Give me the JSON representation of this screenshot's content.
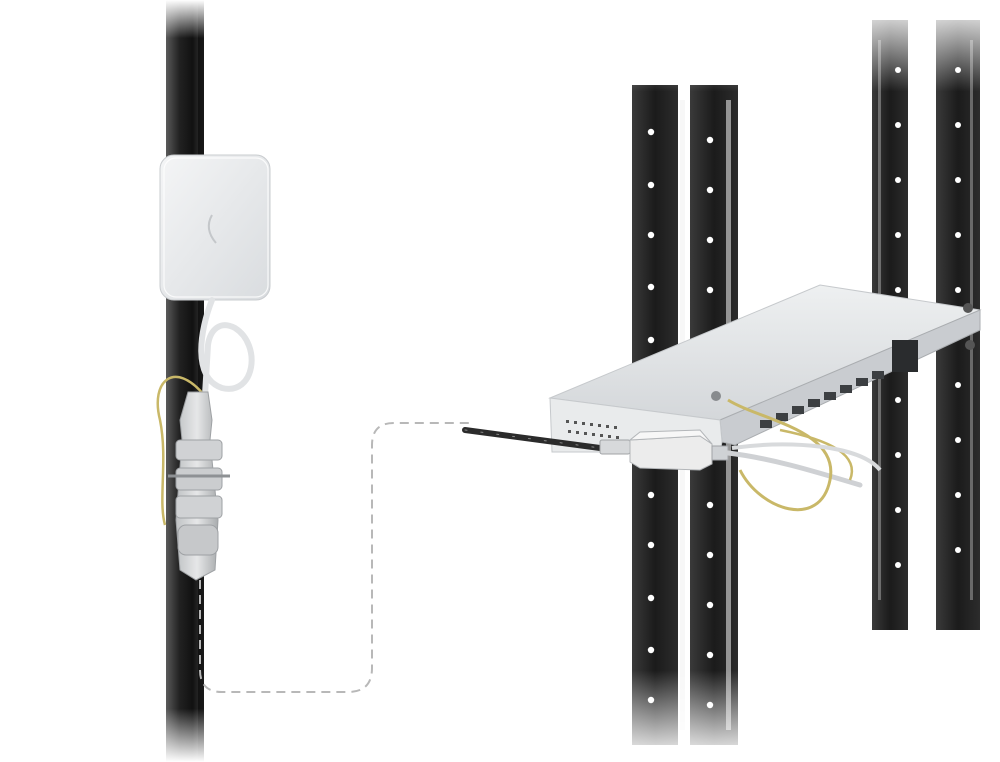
{
  "scene": {
    "subject": "installation-illustration",
    "components": [
      "wall-pole",
      "sector-antenna",
      "outdoor-gland-connector",
      "dashed-cable-route",
      "server-rack",
      "rack-router",
      "poe-injector",
      "ethernet-cables"
    ]
  },
  "colors": {
    "background": "#ffffff",
    "rack_dark": "#1f1f20",
    "device_light": "#e6e8ea",
    "cable_yellow": "#c9b868",
    "cable_grey": "#cfd1d4",
    "dashed_route": "#b8b8b8"
  }
}
